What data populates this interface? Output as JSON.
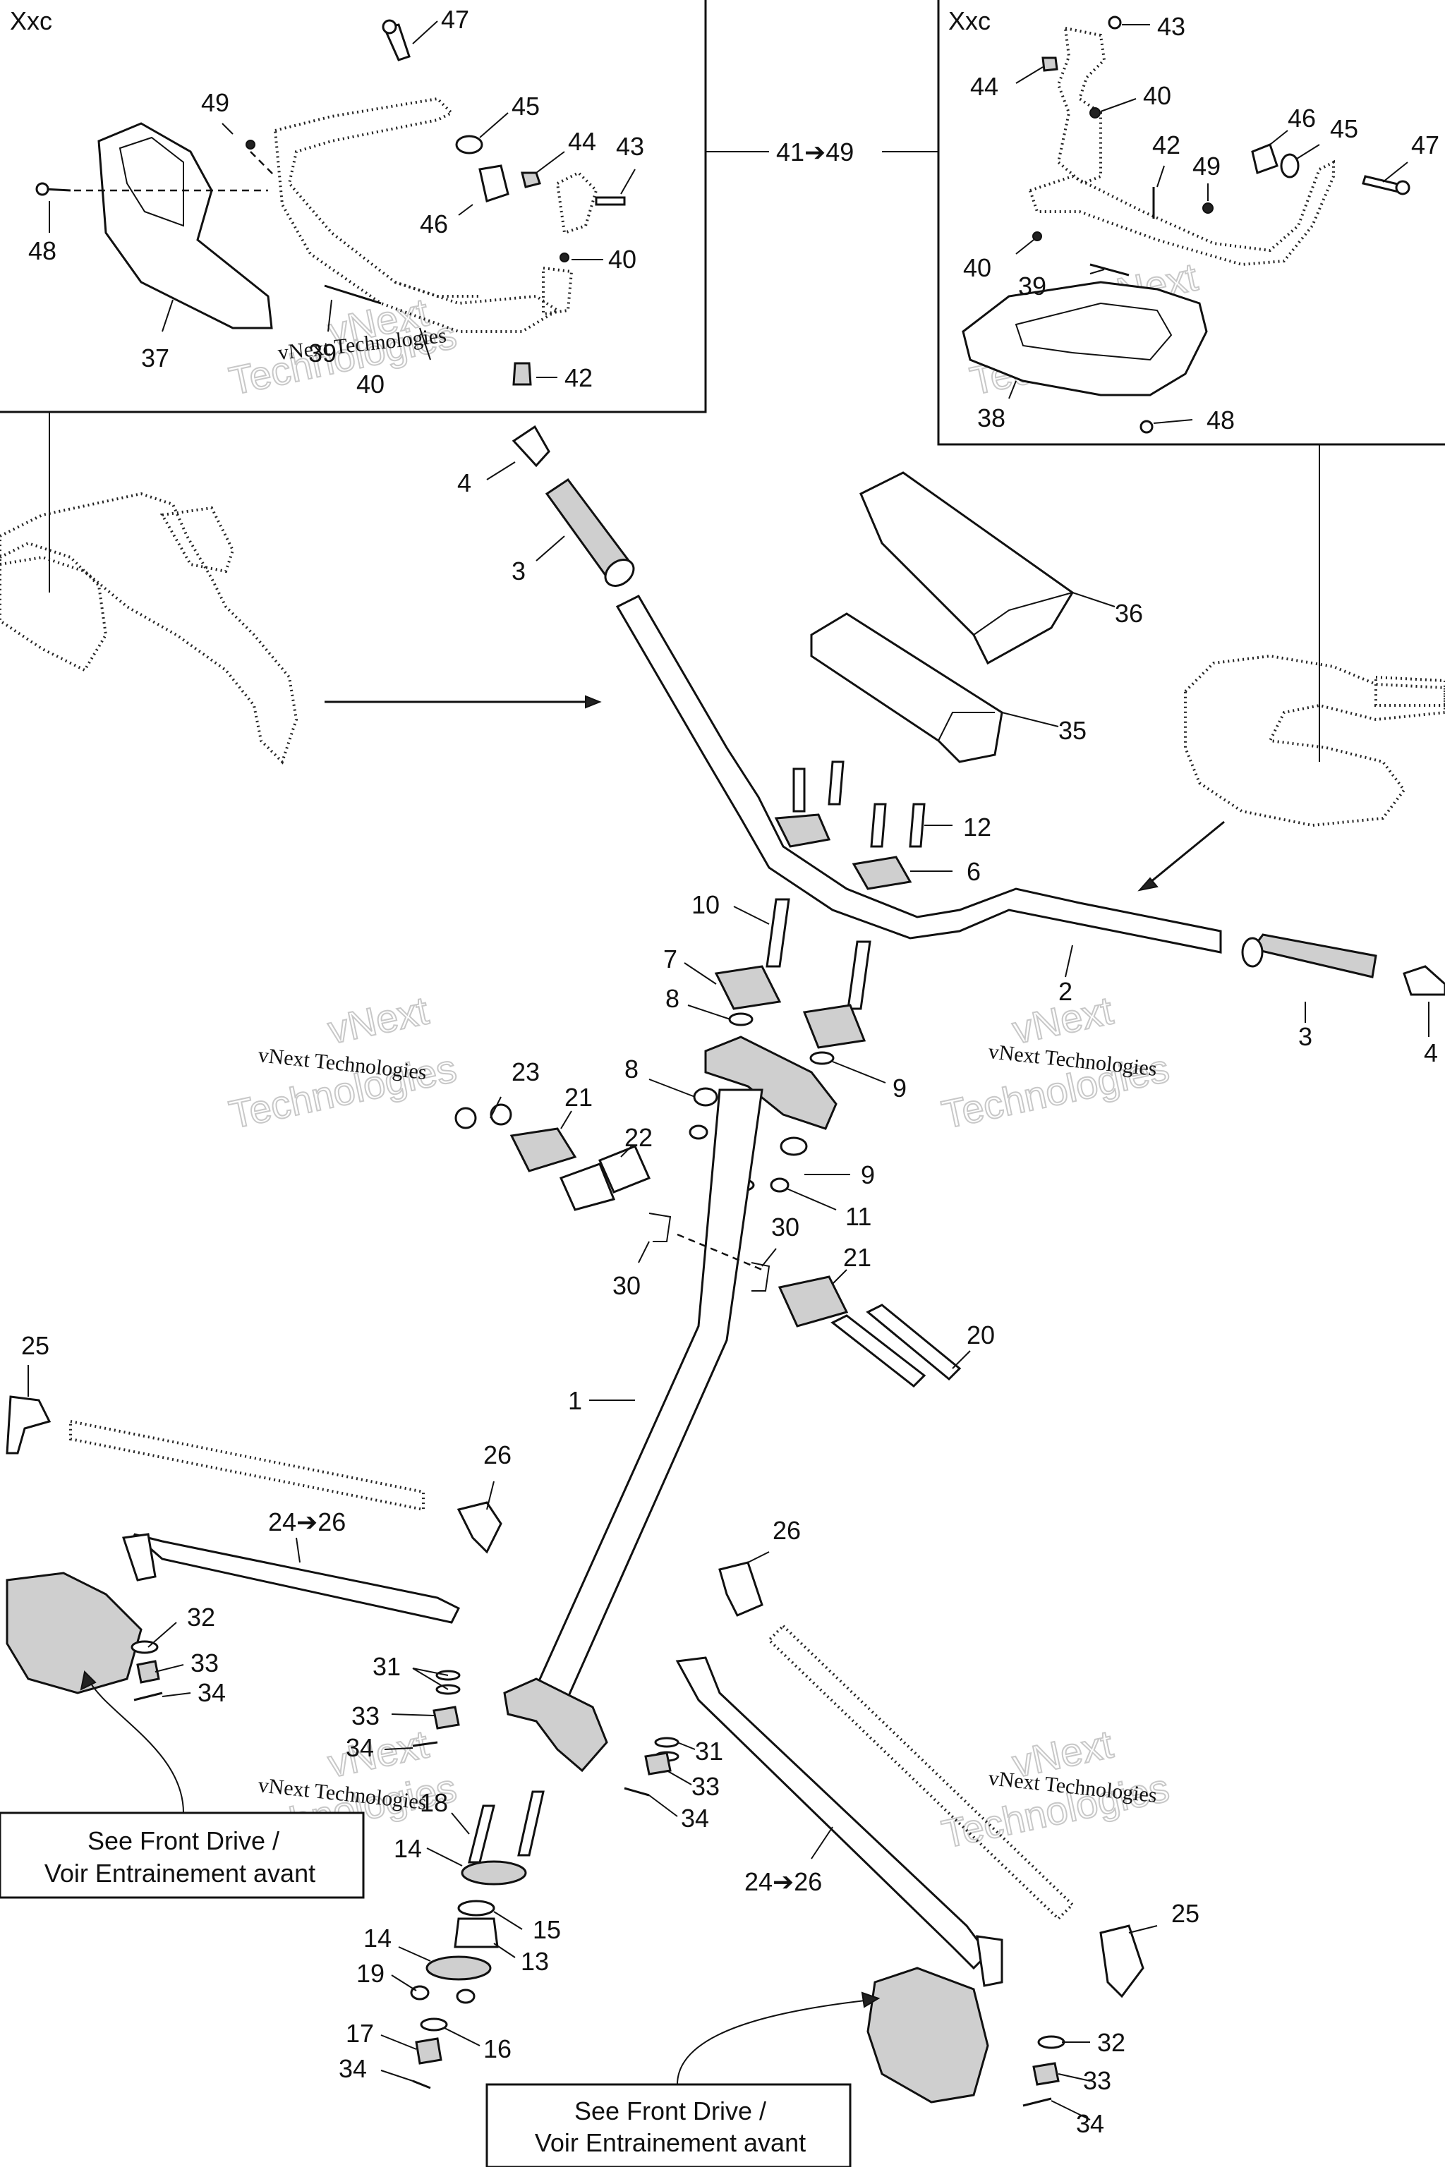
{
  "insets": {
    "left_title": "Xxc",
    "right_title": "Xxc"
  },
  "range_label": "41➔49",
  "watermark": {
    "line1": "vNext",
    "line2": "Technologies",
    "small": "vNext Technologies"
  },
  "notes": {
    "front_drive_line1": "See Front Drive /",
    "front_drive_line2": "Voir Entrainement avant"
  },
  "labels": {
    "l47a": "47",
    "l49a": "49",
    "l45a": "45",
    "l44a": "44",
    "l43a": "43",
    "l48a": "48",
    "l46a": "46",
    "l40a": "40",
    "l40b": "40",
    "l37": "37",
    "l39a": "39",
    "l42a": "42",
    "l43b": "43",
    "l44b": "44",
    "l40c": "40",
    "l46b": "46",
    "l45b": "45",
    "l47b": "47",
    "l42b": "42",
    "l49b": "49",
    "l40d": "40",
    "l39b": "39",
    "l38": "38",
    "l48b": "48",
    "l4a": "4",
    "l3a": "3",
    "l36": "36",
    "l35": "35",
    "l12": "12",
    "l6": "6",
    "l10": "10",
    "l7": "7",
    "l2": "2",
    "l3b": "3",
    "l4b": "4",
    "l8a": "8",
    "l8b": "8",
    "l9a": "9",
    "l9b": "9",
    "l11": "11",
    "l23": "23",
    "l21a": "21",
    "l22": "22",
    "l30a": "30",
    "l30b": "30",
    "l21b": "21",
    "l20": "20",
    "l1": "1",
    "l25a": "25",
    "l26a": "26",
    "l24a": "24➔26",
    "l32a": "32",
    "l33a": "33",
    "l34a": "34",
    "l31a": "31",
    "l33b": "33",
    "l34b": "34",
    "l26b": "26",
    "l31b": "31",
    "l33c": "33",
    "l34c": "34",
    "l18": "18",
    "l14a": "14",
    "l15": "15",
    "l13": "13",
    "l14b": "14",
    "l19": "19",
    "l17": "17",
    "l16": "16",
    "l34d": "34",
    "l24b": "24➔26",
    "l25b": "25",
    "l32b": "32",
    "l33d": "33",
    "l34e": "34"
  }
}
